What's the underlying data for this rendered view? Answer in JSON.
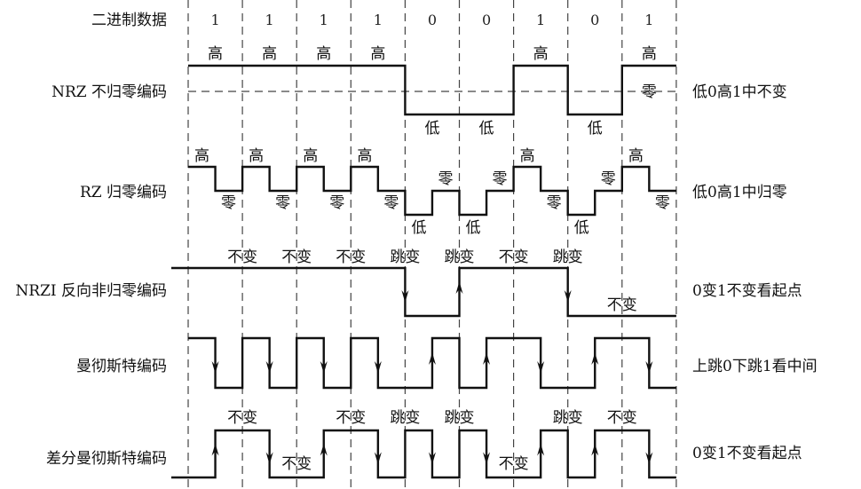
{
  "binary_data": {
    "label": "二进制数据",
    "bits": [
      1,
      1,
      1,
      1,
      0,
      0,
      1,
      0,
      1
    ]
  },
  "rows": {
    "nrz": {
      "label": "NRZ 不归零编码",
      "rule": "低0高1中不变",
      "high": "高",
      "low": "低",
      "zero": "零"
    },
    "rz": {
      "label": "RZ 归零编码",
      "rule": "低0高1中归零",
      "high": "高",
      "low": "低",
      "zero": "零"
    },
    "nrzi": {
      "label": "NRZI 反向非归零编码",
      "rule": "0变1不变看起点",
      "annotations": [
        {
          "boundary": 1,
          "text": "不变",
          "pos": "top"
        },
        {
          "boundary": 2,
          "text": "不变",
          "pos": "top"
        },
        {
          "boundary": 3,
          "text": "不变",
          "pos": "top"
        },
        {
          "boundary": 4,
          "text": "跳变",
          "pos": "top"
        },
        {
          "boundary": 5,
          "text": "跳变",
          "pos": "top"
        },
        {
          "boundary": 6,
          "text": "不变",
          "pos": "top"
        },
        {
          "boundary": 7,
          "text": "跳变",
          "pos": "top"
        },
        {
          "boundary": 8,
          "text": "不变",
          "pos": "bottom"
        }
      ]
    },
    "manchester": {
      "label": "曼彻斯特编码",
      "rule": "上跳0下跳1看中间"
    },
    "diff_manchester": {
      "label": "差分曼彻斯特编码",
      "rule": "0变1不变看起点",
      "annotations": [
        {
          "boundary": 1,
          "text": "不变",
          "pos": "top"
        },
        {
          "boundary": 2,
          "text": "不变",
          "pos": "bottom"
        },
        {
          "boundary": 3,
          "text": "不变",
          "pos": "top"
        },
        {
          "boundary": 4,
          "text": "跳变",
          "pos": "top"
        },
        {
          "boundary": 5,
          "text": "跳变",
          "pos": "top"
        },
        {
          "boundary": 6,
          "text": "不变",
          "pos": "bottom"
        },
        {
          "boundary": 7,
          "text": "跳变",
          "pos": "top"
        },
        {
          "boundary": 8,
          "text": "不变",
          "pos": "top"
        }
      ]
    }
  }
}
